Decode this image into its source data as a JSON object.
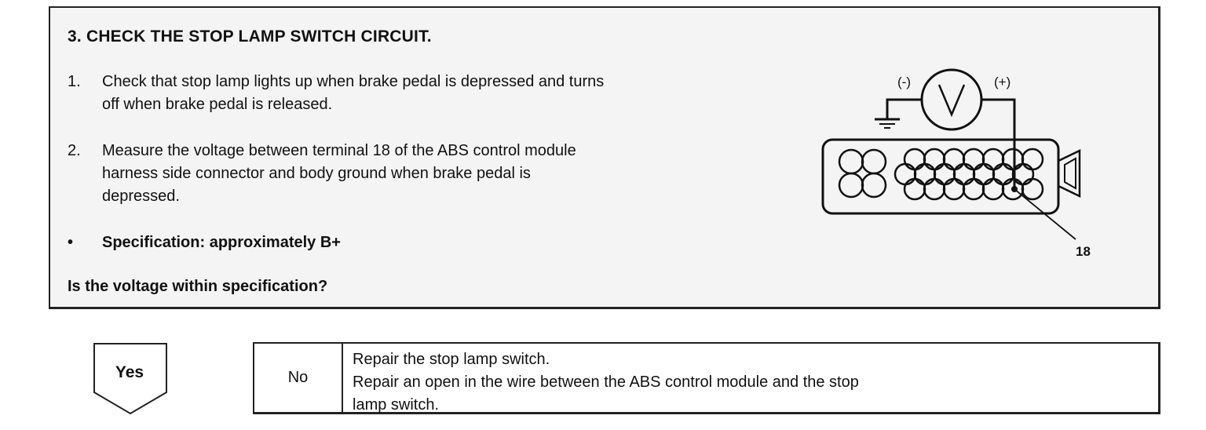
{
  "step": {
    "title": "3.  CHECK THE STOP LAMP SWITCH CIRCUIT.",
    "items": [
      {
        "num": "1.",
        "lines": [
          "Check that stop lamp lights up when brake pedal is depressed and turns",
          "off when brake pedal is released."
        ]
      },
      {
        "num": "2.",
        "lines": [
          "Measure the voltage between terminal 18 of the ABS control module",
          "harness side connector and body ground when brake pedal is",
          "depressed."
        ]
      }
    ],
    "spec": {
      "bullet": "•",
      "text": "Specification: approximately B+"
    },
    "question": "Is the voltage within specification?"
  },
  "diagram": {
    "minus_label": "(-)",
    "plus_label": "(+)",
    "terminal_label": "18",
    "voltmeter_icon": "voltmeter-icon",
    "ground_icon": "ground-icon"
  },
  "result": {
    "yes_label": "Yes",
    "no_label": "No",
    "no_actions": [
      "Repair the stop lamp switch.",
      "Repair an open in the wire between the ABS control module and the stop",
      "lamp switch."
    ]
  }
}
